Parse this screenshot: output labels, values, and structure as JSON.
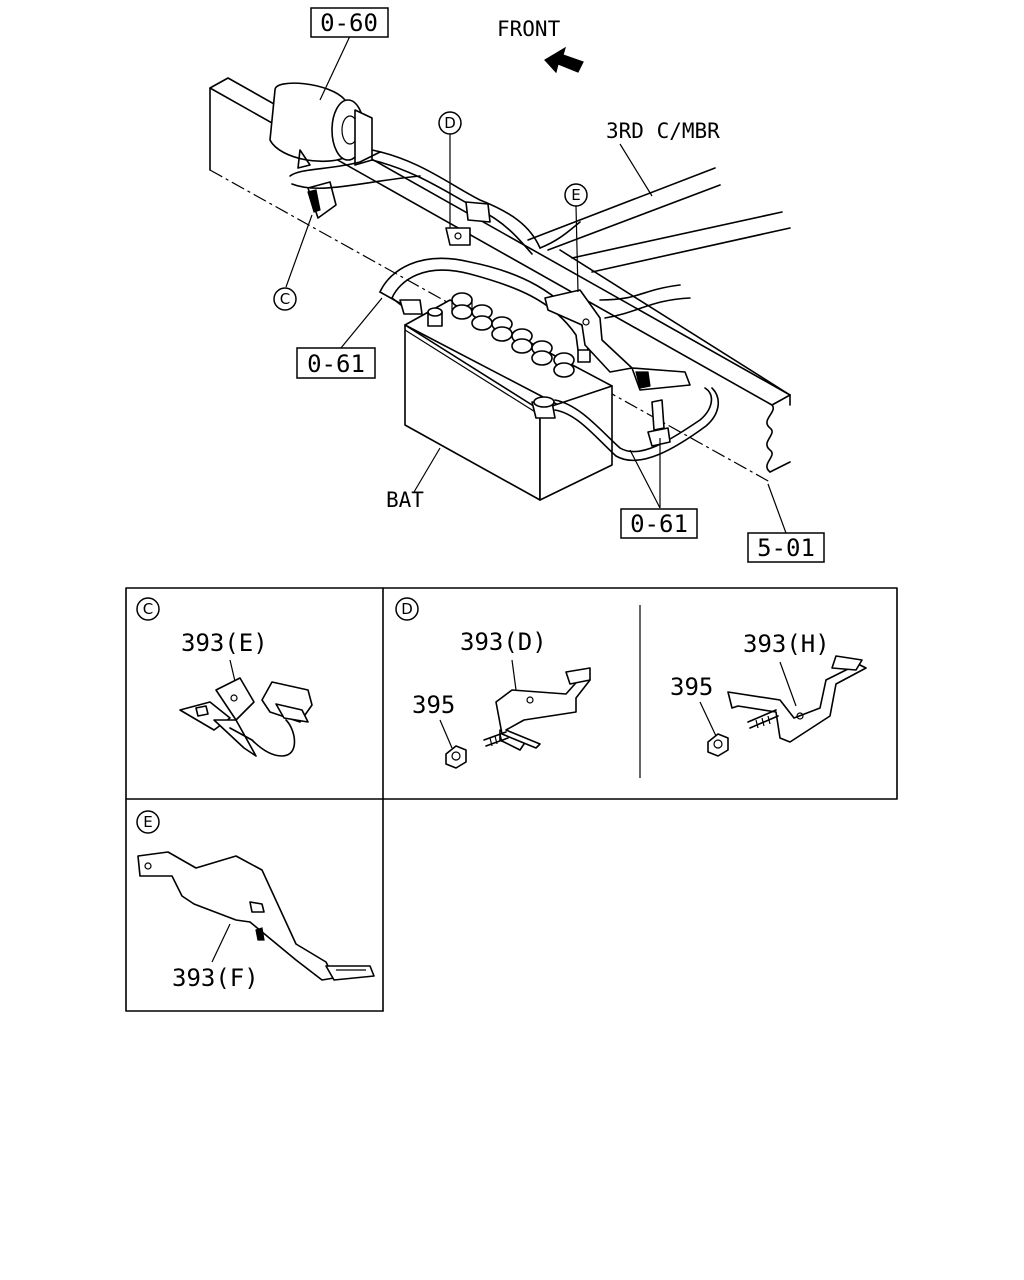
{
  "labels": {
    "ref_0_60": "0-60",
    "front": "FRONT",
    "third_cross_member": "3RD C/MBR",
    "ref_0_61_left": "0-61",
    "battery": "BAT",
    "ref_0_61_bottom": "0-61",
    "ref_5_01": "5-01"
  },
  "callouts": {
    "C": "C",
    "D": "D",
    "E": "E"
  },
  "detail_c": {
    "view": "C",
    "part_bracket": "393(E)"
  },
  "detail_d": {
    "view": "D",
    "part_bracket_d": "393(D)",
    "part_nut_left": "395",
    "part_bracket_h": "393(H)",
    "part_nut_right": "395"
  },
  "detail_e": {
    "view": "E",
    "part_bracket_f": "393(F)"
  }
}
